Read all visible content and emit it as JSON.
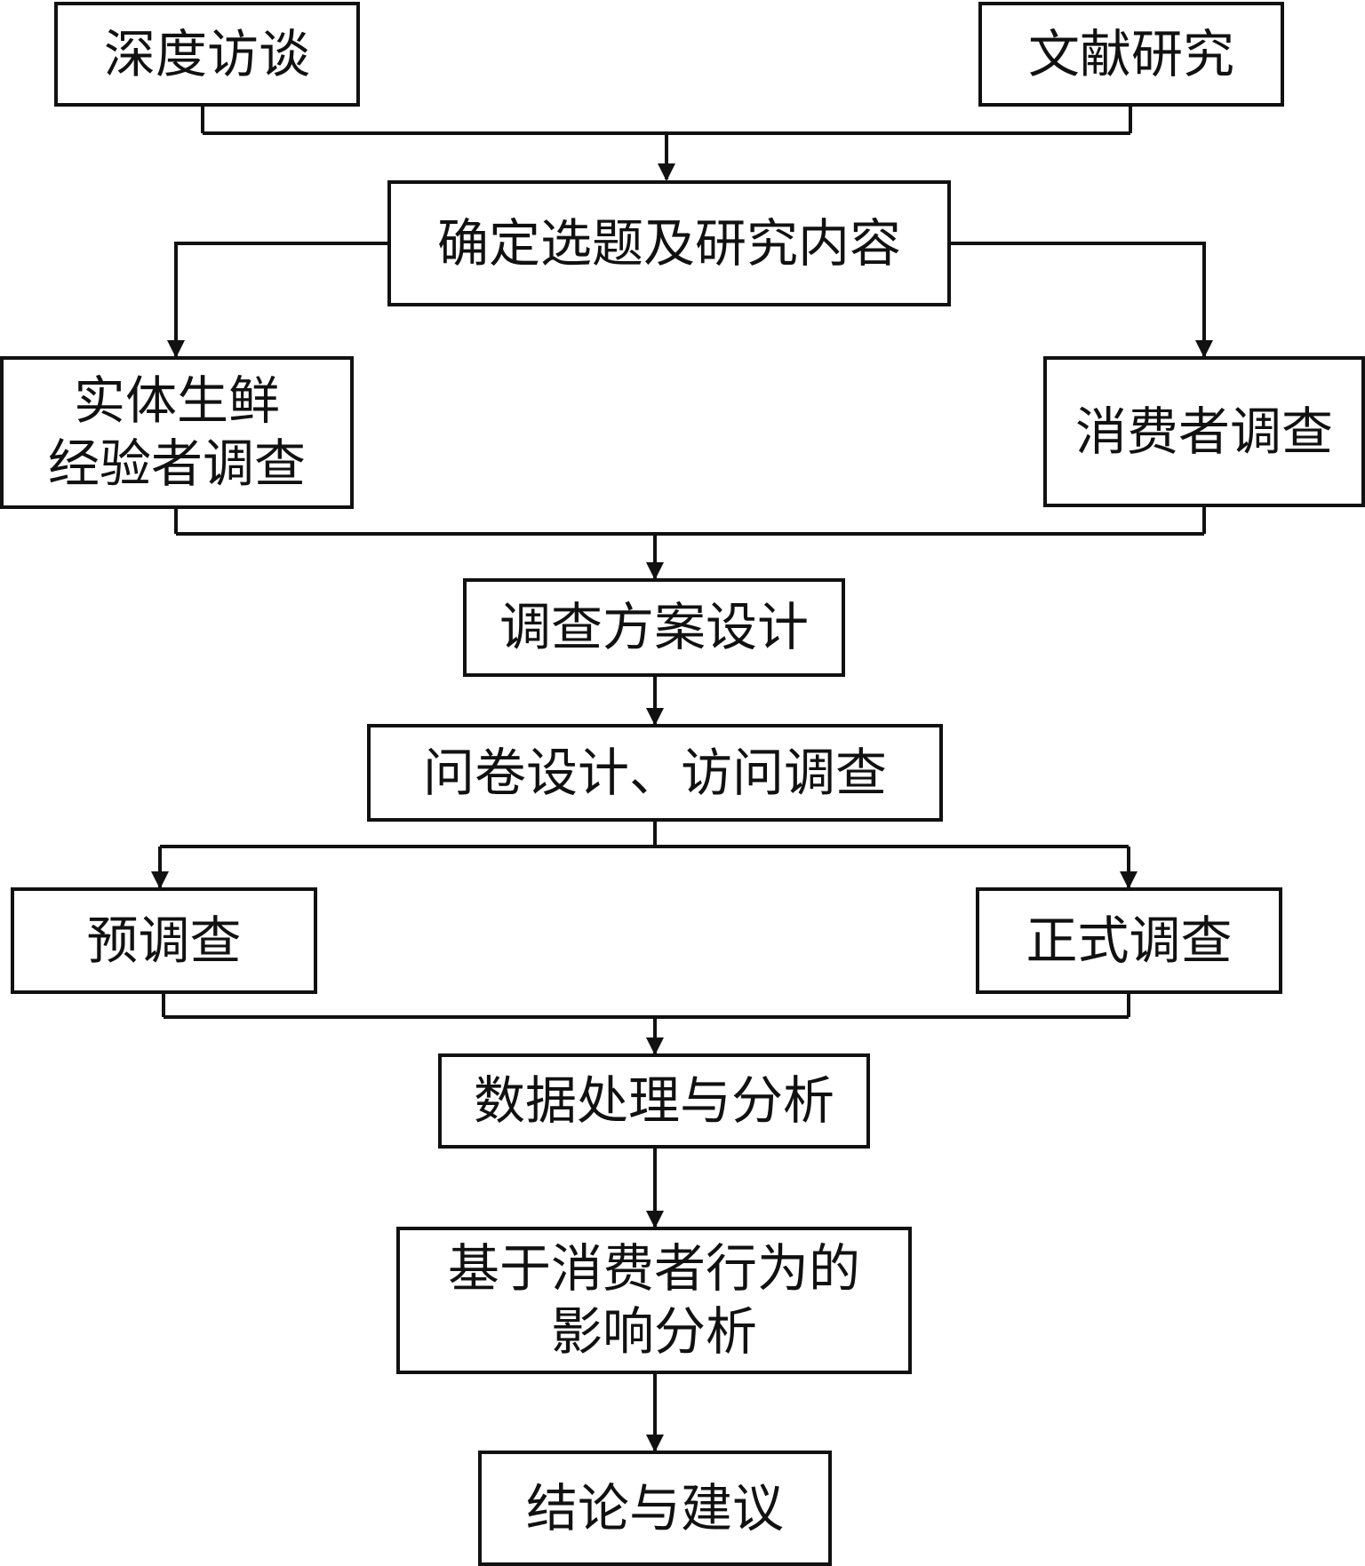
{
  "nodes": {
    "in_depth_interview": "深度访谈",
    "literature_research": "文献研究",
    "determine_topic": "确定选题及研究内容",
    "experienced_survey": {
      "line1": "实体生鲜",
      "line2": "经验者调查"
    },
    "consumer_survey": "消费者调查",
    "survey_plan_design": "调查方案设计",
    "questionnaire_interview": "问卷设计、访问调查",
    "pre_survey": "预调查",
    "formal_survey": "正式调查",
    "data_processing": "数据处理与分析",
    "behavior_analysis": {
      "line1": "基于消费者行为的",
      "line2": "影响分析"
    },
    "conclusion": "结论与建议"
  }
}
